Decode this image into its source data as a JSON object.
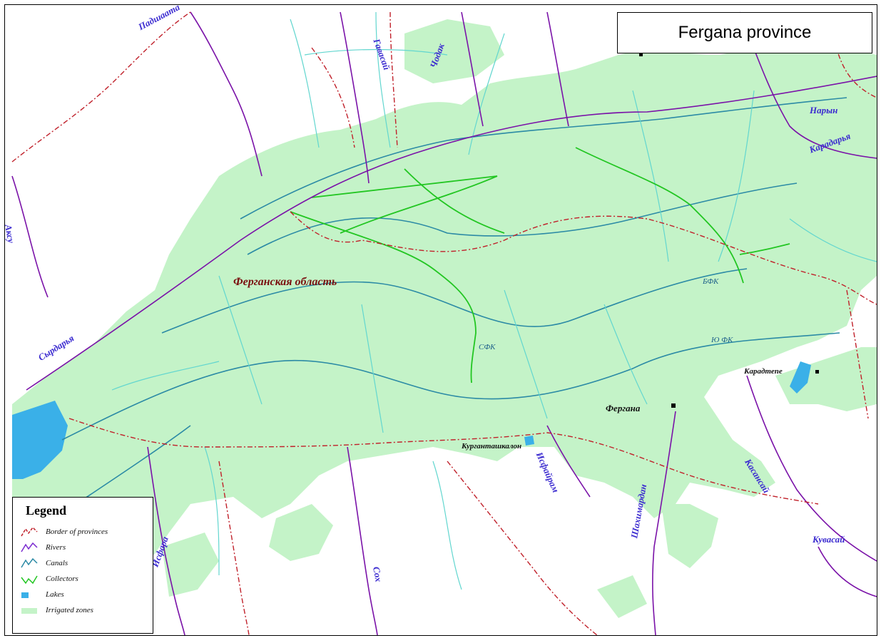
{
  "title": "Fergana province",
  "colors": {
    "irrigated": "#c4f3c8",
    "lake": "#3ab0e8",
    "river": "#7a12a8",
    "canal": "#2b8aa5",
    "canal_light": "#62d6cf",
    "border": "#c0202a",
    "collector": "#22c622",
    "river_label": "#3b2bd0"
  },
  "legend": {
    "heading": "Legend",
    "items": [
      {
        "label": "Border of provinces",
        "icon": "border-line-icon",
        "color": "#c0202a"
      },
      {
        "label": "Rivers",
        "icon": "river-line-icon",
        "color": "#7a2ad0"
      },
      {
        "label": "Canals",
        "icon": "canal-line-icon",
        "color": "#2b8aa5"
      },
      {
        "label": "Collectors",
        "icon": "collector-line-icon",
        "color": "#22c622"
      },
      {
        "label": "Lakes",
        "icon": "lake-swatch-icon",
        "color": "#3ab0e8"
      },
      {
        "label": "Irrigated zones",
        "icon": "irrigated-swatch-icon",
        "color": "#c4f3c8"
      }
    ]
  },
  "places": {
    "region": "Ферганская область",
    "fergana_city": "Фергана",
    "karadtepe": "Карадтепе",
    "kurgantepa": "Курганташкалон"
  },
  "rivers": {
    "syrdarya": "Сырдарья",
    "isfayram": "Исфайрам",
    "shahimardan": "Шахимардан",
    "sokh": "Сох",
    "naryn": "Нарын",
    "karadarya": "Карадарья",
    "kasansay": "Касансай",
    "gavasay": "Гавасай",
    "chodak": "Чодак",
    "padsha": "Падшаата",
    "aksu": "Аксу",
    "isfara": "Исфара",
    "kuvasay": "Кувасай"
  },
  "canals": {
    "bfk": "БФК",
    "yufk": "Ю ФК",
    "sfk": "СФК"
  }
}
